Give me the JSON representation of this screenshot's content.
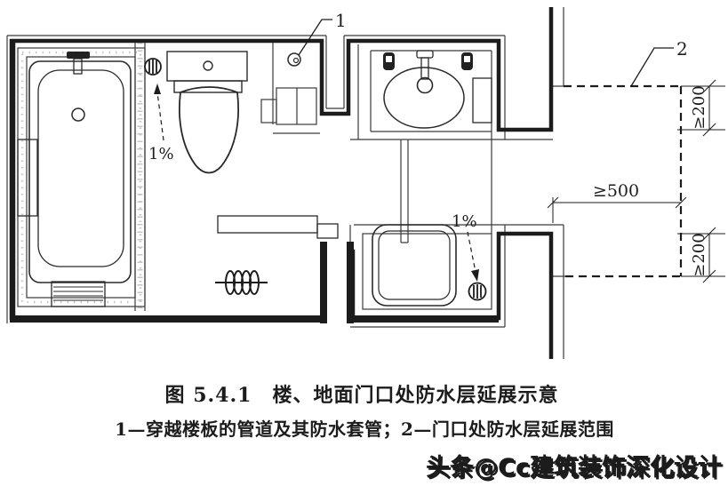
{
  "figure": {
    "caption": "图 5.4.1　楼、地面门口处防水层延展示意",
    "legend": "1—穿越楼板的管道及其防水套管；2—门口处防水层延展范围",
    "watermark": "头条@Cc建筑装饰深化设计"
  },
  "plan": {
    "callouts": {
      "pipe_sleeve": "1",
      "extension_range": "2"
    },
    "slope_labels": {
      "toilet_room": "1%",
      "shower_room": "1%"
    },
    "dimensions": {
      "door_front": "≥500",
      "jamb_top": "≥200",
      "jamb_bottom": "≥200"
    }
  },
  "colors": {
    "line": "#1c1c1c",
    "thin_line": "#3a3a3a",
    "background": "#ffffff"
  }
}
